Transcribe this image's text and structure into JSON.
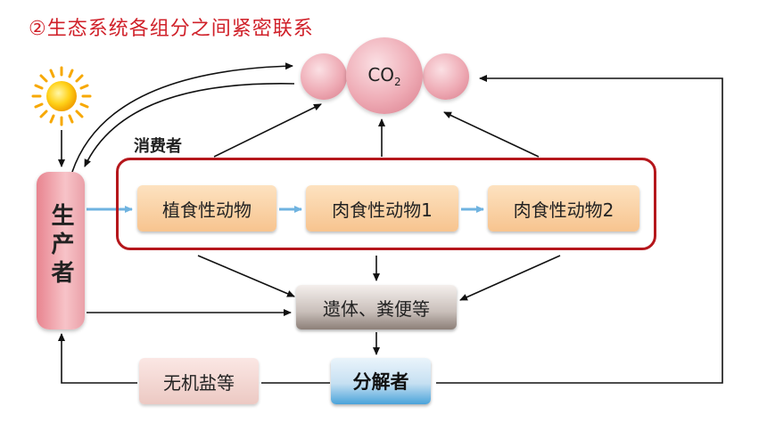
{
  "title": "②生态系统各组分之间紧密联系",
  "consumer_label": "消费者",
  "co2": {
    "base": "CO",
    "subscript": "2"
  },
  "nodes": {
    "herbivore": "植食性动物",
    "carnivore1": "肉食性动物1",
    "carnivore2": "肉食性动物2",
    "producer": "生产者",
    "remains": "遗体、粪便等",
    "inorganic": "无机盐等",
    "decomposer": "分解者"
  },
  "colors": {
    "title": "#d0212a",
    "consumer_frame": "#b5171c",
    "flow_arrow": "#6fb3e0",
    "arrow": "#111111",
    "sun": "#f7b500"
  },
  "icons": {
    "sun": "sun-icon"
  }
}
